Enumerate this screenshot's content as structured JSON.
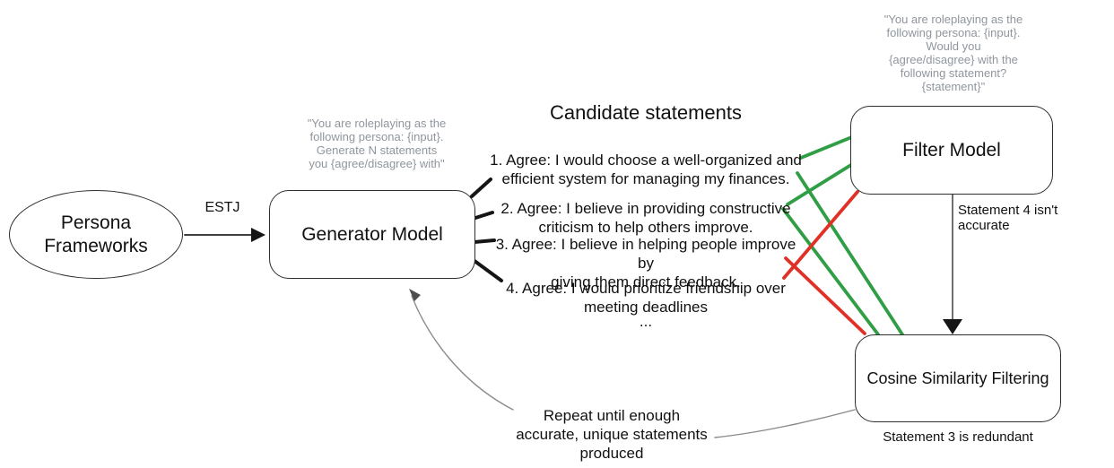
{
  "colors": {
    "accepted_line": "#2f9e44",
    "rejected_line": "#e03127",
    "prompt_text": "#8f969e",
    "connector_gray": "#8a8a8a"
  },
  "persona": {
    "line1": "Persona",
    "line2": "Frameworks"
  },
  "estj_label": "ESTJ",
  "generator": {
    "title": "Generator Model",
    "prompt_lines": [
      "\"You are roleplaying as the",
      "following persona: {input}.",
      "Generate N statements",
      "you {agree/disagree} with\""
    ]
  },
  "candidate": {
    "title": "Candidate statements",
    "statements": [
      {
        "line1": "1. Agree: I would choose a well-organized and",
        "line2": "efficient system for managing my finances."
      },
      {
        "line1": "2. Agree: I believe in providing constructive",
        "line2": "criticism to help others improve."
      },
      {
        "line1": "3. Agree: I believe in helping people improve by",
        "line2": "giving them direct feedback."
      },
      {
        "line1": "4. Agree: I would prioritize friendship over",
        "line2": "meeting deadlines"
      }
    ],
    "ellipsis": "..."
  },
  "filter": {
    "title": "Filter Model",
    "prompt_lines": [
      "\"You are roleplaying as the",
      "following persona: {input}.",
      "Would you",
      "{agree/disagree} with the",
      "following statement?",
      "{statement}\""
    ],
    "annotation": "Statement 4 isn't accurate"
  },
  "cosine": {
    "title": "Cosine Similarity Filtering",
    "annotation": "Statement 3 is redundant"
  },
  "feedback": {
    "line1": "Repeat until enough",
    "line2": "accurate, unique statements",
    "line3": "produced"
  }
}
